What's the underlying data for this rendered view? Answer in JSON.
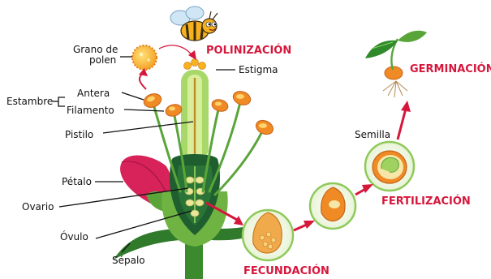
{
  "labels": {
    "pollen_grain": "Grano de polen",
    "pollen_grain_line1": "Grano de",
    "pollen_grain_line2": "polen",
    "stigma": "Estigma",
    "stamen": "Estambre",
    "anther": "Antera",
    "filament": "Filamento",
    "pistil": "Pistilo",
    "petal": "Pétalo",
    "ovary": "Ovario",
    "ovule": "Óvulo",
    "sepal": "Sépalo",
    "seed": "Semilla"
  },
  "stages": {
    "pollination": "POLINIZACIÓN",
    "fecundation": "FECUNDACIÓN",
    "fertilization": "FERTILIZACIÓN",
    "germination": "GERMINACIÓN"
  },
  "colors": {
    "accent_red": "#d6173c",
    "stem_green": "#5aa53a",
    "dark_green": "#1f5e2e",
    "light_green": "#a9d86a",
    "anther_orange": "#f08a24",
    "pollen_yellow": "#f7b21f",
    "petal_pink": "#d8235a",
    "seed_cream": "#f6e6a8"
  },
  "icons": {
    "bee": "bee-icon",
    "pollen": "pollen-grain-icon",
    "seedling": "seedling-icon"
  }
}
